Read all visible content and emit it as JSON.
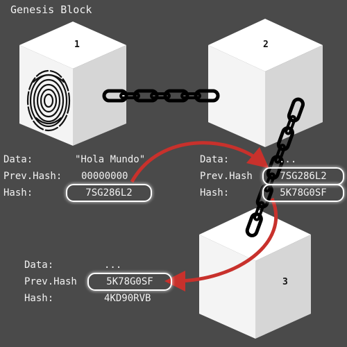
{
  "title": "Genesis Block",
  "blocks": [
    {
      "number": "1",
      "data_label": "Data:",
      "data_value": "\"Hola Mundo\"",
      "prev_label": "Prev.Hash:",
      "prev_value": "00000000",
      "hash_label": "Hash:",
      "hash_value": "7SG286L2"
    },
    {
      "number": "2",
      "data_label": "Data:",
      "data_value": "...",
      "prev_label": "Prev.Hash",
      "prev_value": "7SG286L2",
      "hash_label": "Hash:",
      "hash_value": "5K78G0SF"
    },
    {
      "number": "3",
      "data_label": "Data:",
      "data_value": "...",
      "prev_label": "Prev.Hash",
      "prev_value": "5K78G0SF",
      "hash_label": "Hash:",
      "hash_value": "4KD90RVB"
    }
  ],
  "colors": {
    "background": "#4a4a4a",
    "arrow": "#c8312c",
    "cube_front": "#f4f4f4",
    "cube_top": "#ffffff",
    "cube_side": "#d4d4d4"
  },
  "icons": [
    "fingerprint-icon",
    "chain-icon",
    "arrow-icon"
  ]
}
